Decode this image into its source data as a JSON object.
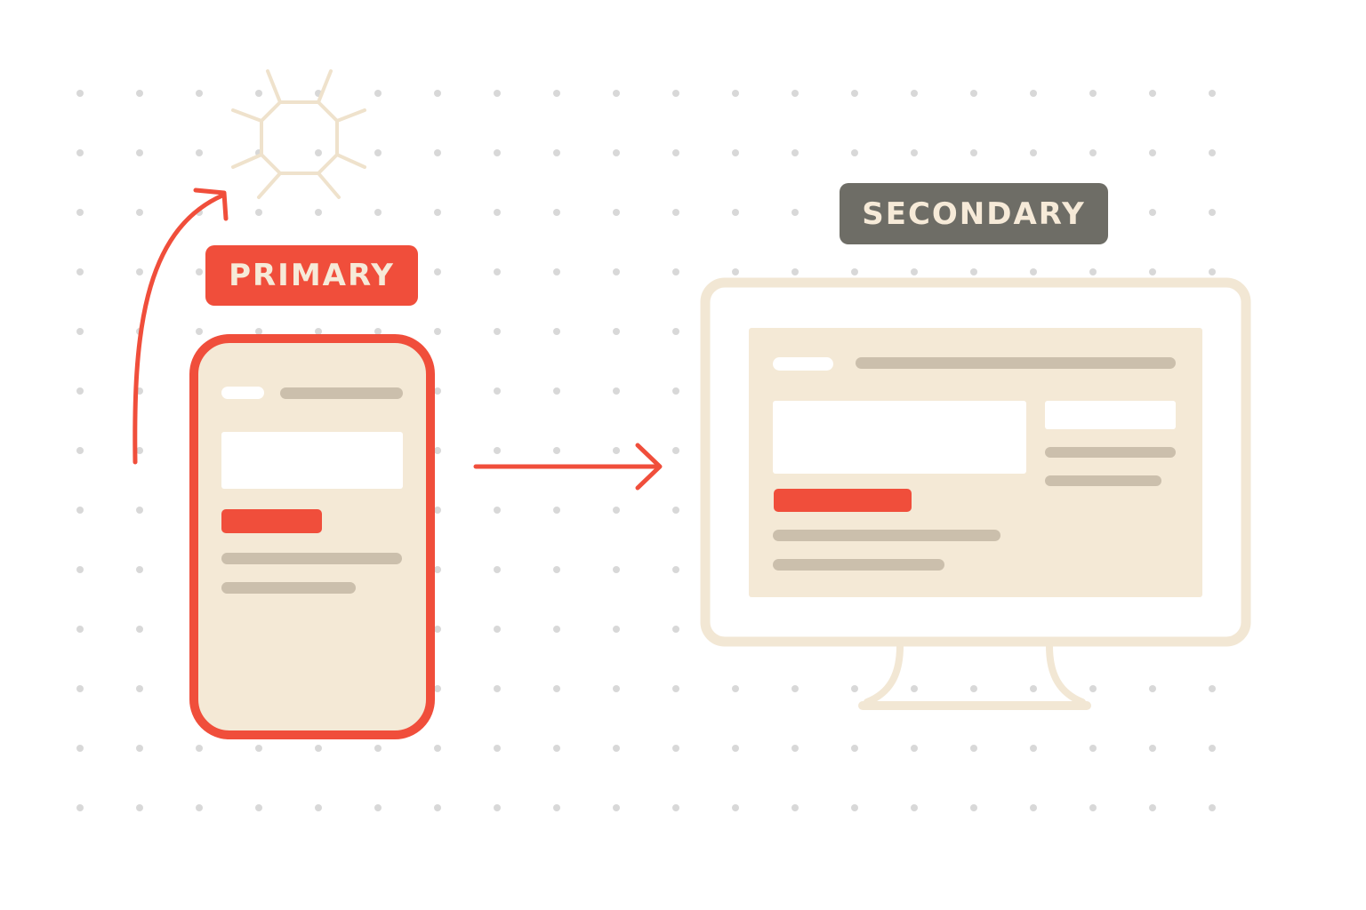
{
  "labels": {
    "primary": "PRIMARY",
    "secondary": "SECONDARY"
  },
  "icons": {
    "sun": "sun-icon",
    "curved_arrow": "curved-arrow-icon",
    "right_arrow": "arrow-right-icon"
  },
  "devices": {
    "primary": "phone",
    "secondary": "desktop-monitor"
  },
  "colors": {
    "accent": "#f04e3b",
    "cream": "#f4e9d6",
    "cream_border": "#f2e7d4",
    "placeholder_line": "#cbbfac",
    "white": "#ffffff",
    "dark_badge": "#6e6d66",
    "badge_text": "#f6ead8",
    "dots": "#d8d8d8",
    "sun": "#efe2cc"
  }
}
